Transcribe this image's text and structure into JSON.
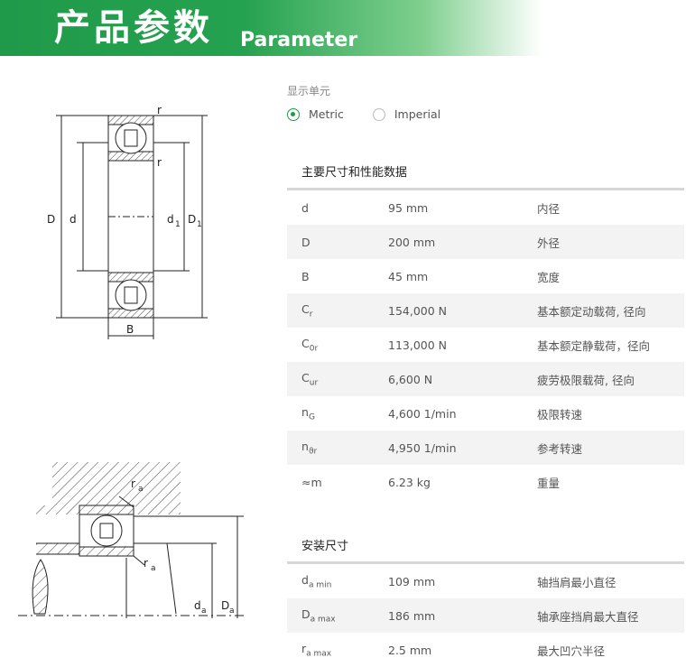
{
  "banner": {
    "title": "产品参数",
    "subtitle": "Parameter",
    "color": "#1f9a4a"
  },
  "diagrams": {
    "top": {
      "labels": [
        "r",
        "r",
        "D",
        "d",
        "d",
        "1",
        "D",
        "1",
        "B"
      ]
    },
    "bottom": {
      "labels": [
        "r",
        "a",
        "r",
        "a",
        "d",
        "a",
        "D",
        "a"
      ]
    }
  },
  "units": {
    "label": "显示单元",
    "options": [
      {
        "label": "Metric",
        "selected": true
      },
      {
        "label": "Imperial",
        "selected": false
      }
    ]
  },
  "main_section": {
    "title": "主要尺寸和性能数据",
    "rows": [
      {
        "sym": "d",
        "sub": "",
        "value": "95 mm",
        "desc": "内径"
      },
      {
        "sym": "D",
        "sub": "",
        "value": "200 mm",
        "desc": "外径"
      },
      {
        "sym": "B",
        "sub": "",
        "value": "45 mm",
        "desc": "宽度"
      },
      {
        "sym": "C",
        "sub": "r",
        "value": "154,000 N",
        "desc": "基本额定动载荷, 径向"
      },
      {
        "sym": "C",
        "sub": "0r",
        "value": "113,000 N",
        "desc": "基本额定静载荷，径向"
      },
      {
        "sym": "C",
        "sub": "ur",
        "value": "6,600 N",
        "desc": "疲劳极限载荷, 径向"
      },
      {
        "sym": "n",
        "sub": "G",
        "value": "4,600 1/min",
        "desc": "极限转速"
      },
      {
        "sym": "n",
        "sub": "ϑr",
        "value": "4,950 1/min",
        "desc": "参考转速"
      },
      {
        "sym": "≈m",
        "sub": "",
        "value": "6.23 kg",
        "desc": "重量"
      }
    ]
  },
  "mount_section": {
    "title": "安装尺寸",
    "rows": [
      {
        "sym": "d",
        "sub": "a min",
        "value": "109 mm",
        "desc": "轴挡肩最小直径"
      },
      {
        "sym": "D",
        "sub": "a max",
        "value": "186 mm",
        "desc": "轴承座挡肩最大直径"
      },
      {
        "sym": "r",
        "sub": "a max",
        "value": "2.5 mm",
        "desc": "最大凹穴半径"
      }
    ]
  }
}
